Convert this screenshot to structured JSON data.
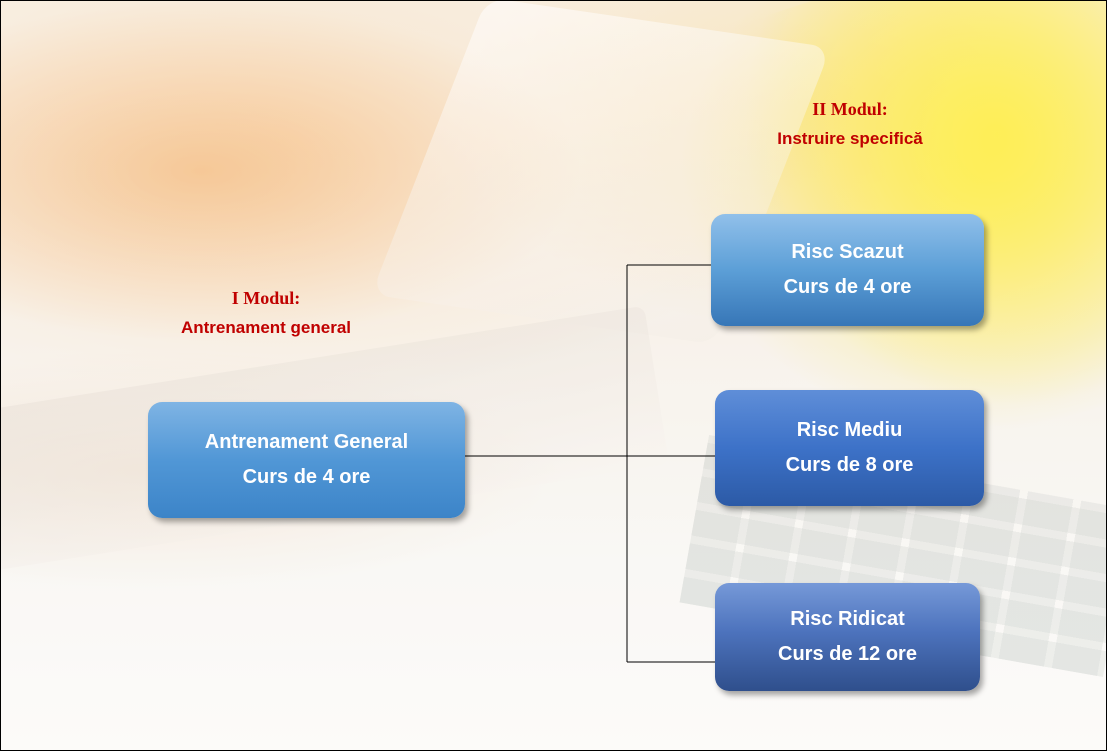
{
  "modules": {
    "first": {
      "line1": "I Modul:",
      "line2": "Antrenament general"
    },
    "second": {
      "line1": "II Modul:",
      "line2": "Instruire specifică"
    }
  },
  "nodes": {
    "general": {
      "line1": "Antrenament General",
      "line2": "Curs de 4 ore"
    },
    "scazut": {
      "line1": "Risc Scazut",
      "line2": "Curs de 4 ore"
    },
    "mediu": {
      "line1": "Risc Mediu",
      "line2": "Curs de 8 ore"
    },
    "ridicat": {
      "line1": "Risc Ridicat",
      "line2": "Curs de 12 ore"
    }
  },
  "colors": {
    "module_title": "#c00000",
    "connector": "#000000",
    "node_general": "#5197d6",
    "node_scazut": "#5c9fd7",
    "node_mediu": "#3d72c8",
    "node_ridicat": "#4d73bd"
  },
  "background": {
    "description_icon": "laptop-notebook-photo"
  }
}
